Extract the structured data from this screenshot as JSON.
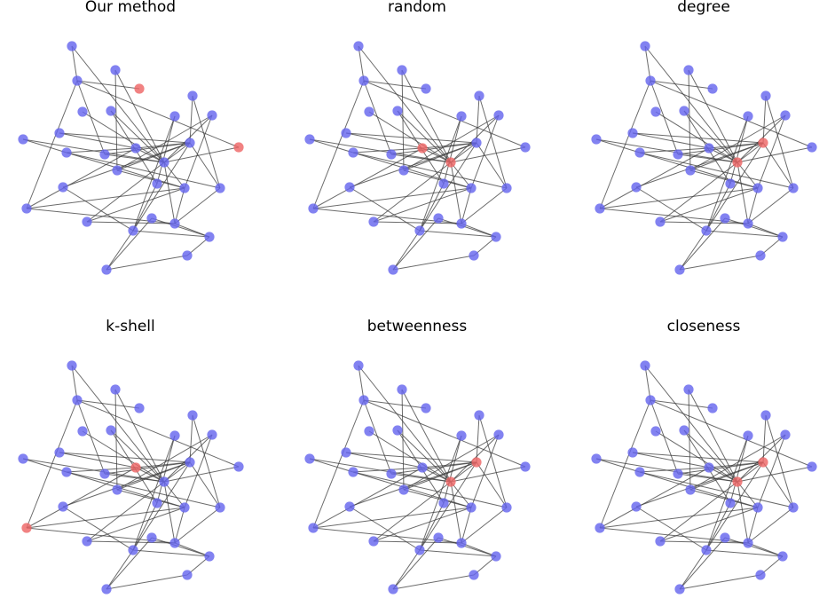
{
  "figure": {
    "panels": [
      {
        "title": "Our method",
        "highlighted": [
          3,
          11
        ]
      },
      {
        "title": "random",
        "highlighted": [
          14,
          15
        ]
      },
      {
        "title": "degree",
        "highlighted": [
          15,
          16
        ]
      },
      {
        "title": "k-shell",
        "highlighted": [
          14,
          22
        ]
      },
      {
        "title": "betweenness",
        "highlighted": [
          15,
          16
        ]
      },
      {
        "title": "closeness",
        "highlighted": [
          15,
          16
        ]
      }
    ]
  },
  "colors": {
    "node": "#6666ee",
    "highlight": "#ee6666",
    "edge": "#3a3a3a"
  },
  "chart_data": {
    "type": "network",
    "nodes": [
      0,
      1,
      2,
      3,
      4,
      5,
      6,
      7,
      8,
      9,
      10,
      11,
      12,
      13,
      14,
      15,
      16,
      17,
      18,
      19,
      20,
      21,
      22,
      23,
      24,
      25,
      26,
      27,
      28,
      29
    ],
    "edges": [
      [
        0,
        15
      ],
      [
        0,
        1
      ],
      [
        1,
        3
      ],
      [
        1,
        11
      ],
      [
        1,
        13
      ],
      [
        1,
        22
      ],
      [
        2,
        15
      ],
      [
        2,
        17
      ],
      [
        4,
        15
      ],
      [
        5,
        15
      ],
      [
        5,
        19
      ],
      [
        6,
        21
      ],
      [
        6,
        16
      ],
      [
        7,
        19
      ],
      [
        7,
        25
      ],
      [
        8,
        15
      ],
      [
        8,
        20
      ],
      [
        9,
        15
      ],
      [
        9,
        12
      ],
      [
        10,
        14
      ],
      [
        10,
        16
      ],
      [
        11,
        15
      ],
      [
        12,
        14
      ],
      [
        12,
        21
      ],
      [
        13,
        15
      ],
      [
        13,
        16
      ],
      [
        14,
        15
      ],
      [
        14,
        16
      ],
      [
        14,
        22
      ],
      [
        15,
        16
      ],
      [
        15,
        20
      ],
      [
        15,
        23
      ],
      [
        15,
        26
      ],
      [
        16,
        17
      ],
      [
        16,
        18
      ],
      [
        16,
        25
      ],
      [
        16,
        21
      ],
      [
        17,
        20
      ],
      [
        18,
        25
      ],
      [
        19,
        25
      ],
      [
        20,
        22
      ],
      [
        20,
        23
      ],
      [
        20,
        26
      ],
      [
        21,
        26
      ],
      [
        22,
        26
      ],
      [
        23,
        26
      ],
      [
        24,
        27
      ],
      [
        24,
        28
      ],
      [
        25,
        27
      ],
      [
        25,
        28
      ],
      [
        26,
        27
      ],
      [
        27,
        29
      ],
      [
        28,
        29
      ],
      [
        20,
        12
      ],
      [
        8,
        17
      ]
    ]
  }
}
